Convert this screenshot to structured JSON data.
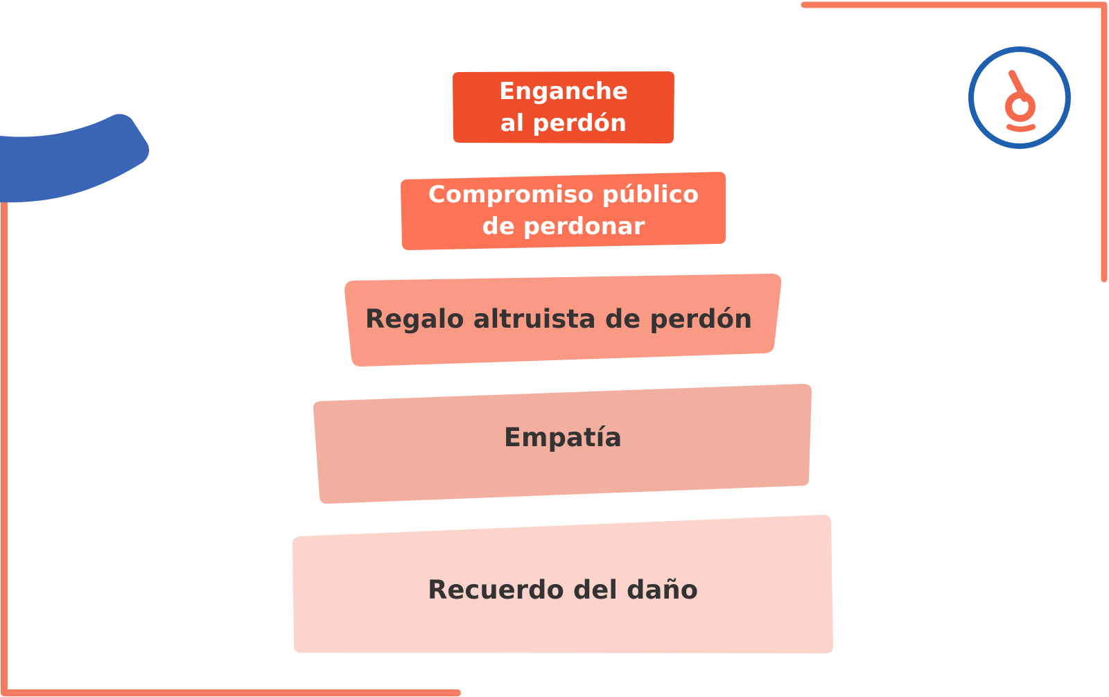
{
  "diagram": {
    "type": "pyramid",
    "levels": [
      {
        "label": "Enganche al perdón",
        "fill": "#f04e2a",
        "text_color": "#ffffff"
      },
      {
        "label": "Compromiso público de perdonar",
        "fill": "#fd7356",
        "text_color": "#ffffff"
      },
      {
        "label": "Regalo altruista de perdón",
        "fill": "#fb9a84",
        "text_color": "#333333"
      },
      {
        "label": "Empatía",
        "fill": "#f2ae9e",
        "text_color": "#333333"
      },
      {
        "label": "Recuerdo del daño",
        "fill": "#fcd4cc",
        "text_color": "#333333"
      }
    ]
  },
  "logo": {
    "name": "brand-logo-icon",
    "ring_color": "#1f5fb0",
    "glyph_color": "#f56a4d"
  },
  "colors": {
    "frame": "#f77b5e",
    "accent_blue": "#3b66b8"
  }
}
